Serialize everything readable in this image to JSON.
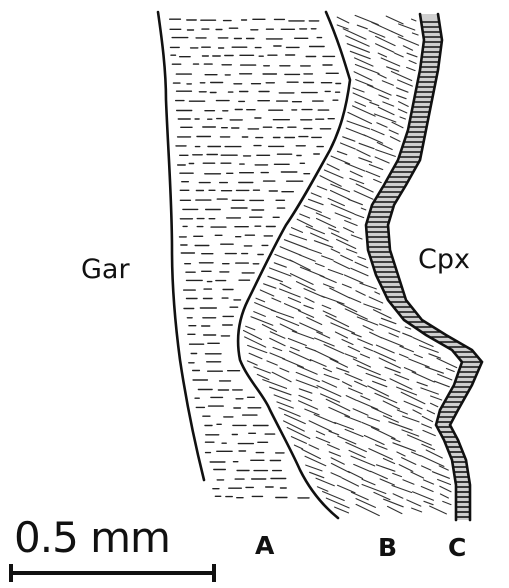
{
  "figure": {
    "labels": {
      "garnet": "Gar",
      "clinopyroxene": "Cpx",
      "zone_a": "A",
      "zone_b": "B",
      "zone_c": "C"
    },
    "scale_bar": {
      "label": "0.5 mm"
    },
    "colors": {
      "ink": "#111111",
      "background": "#ffffff",
      "band_fill": "#cfcfcf"
    }
  }
}
